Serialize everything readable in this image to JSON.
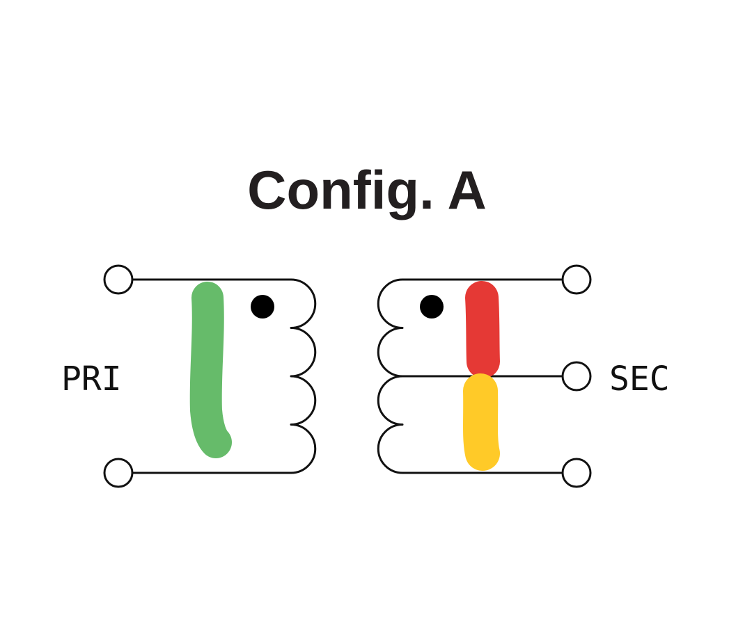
{
  "title": "Config. A",
  "primary_label": "PRI",
  "secondary_label": "SEC",
  "colors": {
    "line": "#111111",
    "title": "#231f20",
    "primary_highlight": "#66bb6a",
    "secondary_upper_highlight": "#e53935",
    "secondary_lower_highlight": "#ffca28"
  }
}
